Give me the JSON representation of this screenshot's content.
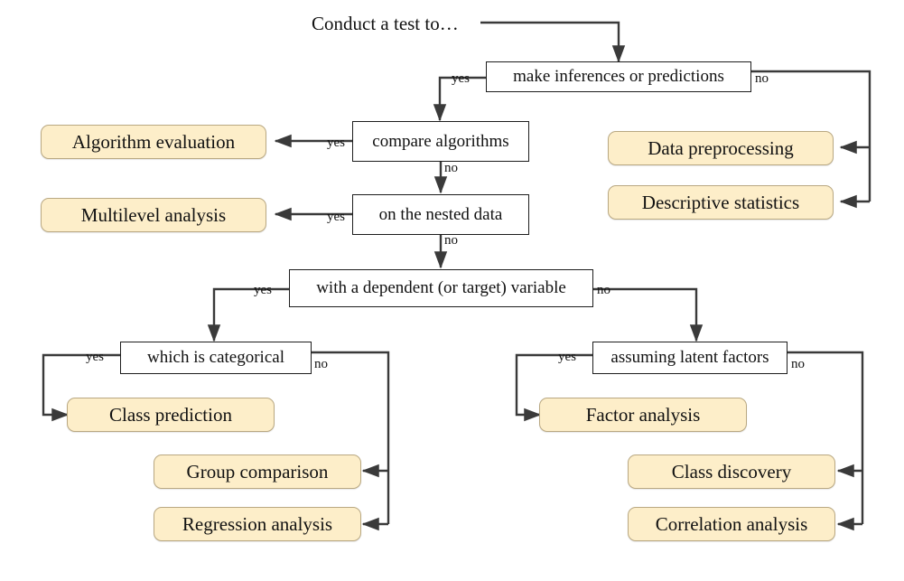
{
  "title_text": "Conduct a test to…",
  "colors": {
    "outcome_fill": "#fdeec9",
    "outcome_stroke": "#b9a882",
    "decision_fill": "#ffffff",
    "decision_stroke": "#1d1d1d",
    "wire": "#3a3a3a",
    "page_background": "#ffffff",
    "text": "#111111"
  },
  "decisions": [
    {
      "id": "make-inferences",
      "label": "make inferences or predictions"
    },
    {
      "id": "compare-algorithms",
      "label": "compare algorithms"
    },
    {
      "id": "nested-data",
      "label": "on the nested data"
    },
    {
      "id": "dependent-variable",
      "label": "with a dependent (or target)  variable"
    },
    {
      "id": "which-categorical",
      "label": "which is categorical"
    },
    {
      "id": "latent-factors",
      "label": "assuming latent factors"
    }
  ],
  "outcomes": [
    {
      "id": "algorithm-evaluation",
      "label": "Algorithm evaluation"
    },
    {
      "id": "multilevel-analysis",
      "label": "Multilevel analysis"
    },
    {
      "id": "data-preprocessing",
      "label": "Data preprocessing"
    },
    {
      "id": "descriptive-statistics",
      "label": "Descriptive statistics"
    },
    {
      "id": "class-prediction",
      "label": "Class prediction"
    },
    {
      "id": "group-comparison",
      "label": "Group comparison"
    },
    {
      "id": "regression-analysis",
      "label": "Regression analysis"
    },
    {
      "id": "factor-analysis",
      "label": "Factor analysis"
    },
    {
      "id": "class-discovery",
      "label": "Class discovery"
    },
    {
      "id": "correlation-analysis",
      "label": "Correlation analysis"
    }
  ],
  "edge_labels": {
    "inferences_yes": "yes",
    "inferences_no": "no",
    "compare_yes": "yes",
    "compare_no": "no",
    "nested_yes": "yes",
    "nested_no": "no",
    "dependent_yes": "yes",
    "dependent_no": "no",
    "categorical_yes": "yes",
    "categorical_no": "no",
    "latent_yes": "yes",
    "latent_no": "no"
  },
  "chart_data": {
    "type": "diagram",
    "title": "Conduct a test to…",
    "diagram_kind": "decision-flowchart",
    "nodes": [
      {
        "id": "root",
        "kind": "label",
        "text": "Conduct a test to…"
      },
      {
        "id": "make-inferences",
        "kind": "decision",
        "text": "make inferences or predictions"
      },
      {
        "id": "compare-algorithms",
        "kind": "decision",
        "text": "compare algorithms"
      },
      {
        "id": "nested-data",
        "kind": "decision",
        "text": "on the nested data"
      },
      {
        "id": "dependent-variable",
        "kind": "decision",
        "text": "with a dependent (or target)  variable"
      },
      {
        "id": "which-categorical",
        "kind": "decision",
        "text": "which is categorical"
      },
      {
        "id": "latent-factors",
        "kind": "decision",
        "text": "assuming latent factors"
      },
      {
        "id": "algorithm-evaluation",
        "kind": "outcome",
        "text": "Algorithm evaluation"
      },
      {
        "id": "multilevel-analysis",
        "kind": "outcome",
        "text": "Multilevel analysis"
      },
      {
        "id": "data-preprocessing",
        "kind": "outcome",
        "text": "Data preprocessing"
      },
      {
        "id": "descriptive-statistics",
        "kind": "outcome",
        "text": "Descriptive statistics"
      },
      {
        "id": "class-prediction",
        "kind": "outcome",
        "text": "Class prediction"
      },
      {
        "id": "group-comparison",
        "kind": "outcome",
        "text": "Group comparison"
      },
      {
        "id": "regression-analysis",
        "kind": "outcome",
        "text": "Regression analysis"
      },
      {
        "id": "factor-analysis",
        "kind": "outcome",
        "text": "Factor analysis"
      },
      {
        "id": "class-discovery",
        "kind": "outcome",
        "text": "Class discovery"
      },
      {
        "id": "correlation-analysis",
        "kind": "outcome",
        "text": "Correlation analysis"
      }
    ],
    "edges": [
      {
        "from": "root",
        "to": "make-inferences",
        "label": ""
      },
      {
        "from": "make-inferences",
        "to": "compare-algorithms",
        "label": "yes"
      },
      {
        "from": "make-inferences",
        "to": "data-preprocessing",
        "label": "no"
      },
      {
        "from": "make-inferences",
        "to": "descriptive-statistics",
        "label": "no"
      },
      {
        "from": "compare-algorithms",
        "to": "algorithm-evaluation",
        "label": "yes"
      },
      {
        "from": "compare-algorithms",
        "to": "nested-data",
        "label": "no"
      },
      {
        "from": "nested-data",
        "to": "multilevel-analysis",
        "label": "yes"
      },
      {
        "from": "nested-data",
        "to": "dependent-variable",
        "label": "no"
      },
      {
        "from": "dependent-variable",
        "to": "which-categorical",
        "label": "yes"
      },
      {
        "from": "dependent-variable",
        "to": "latent-factors",
        "label": "no"
      },
      {
        "from": "which-categorical",
        "to": "class-prediction",
        "label": "yes"
      },
      {
        "from": "which-categorical",
        "to": "group-comparison",
        "label": "no"
      },
      {
        "from": "which-categorical",
        "to": "regression-analysis",
        "label": "no"
      },
      {
        "from": "latent-factors",
        "to": "factor-analysis",
        "label": "yes"
      },
      {
        "from": "latent-factors",
        "to": "class-discovery",
        "label": "no"
      },
      {
        "from": "latent-factors",
        "to": "correlation-analysis",
        "label": "no"
      }
    ]
  }
}
